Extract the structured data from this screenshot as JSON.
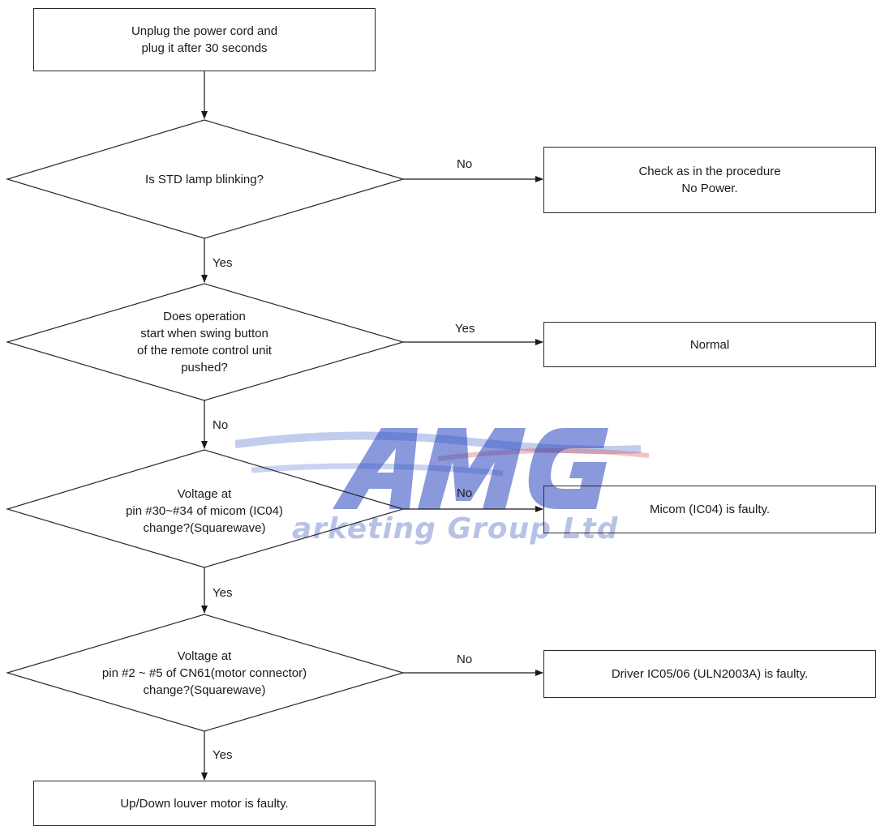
{
  "watermark": {
    "logo_text": "AMG",
    "tagline": "arketing Group Ltd"
  },
  "start": {
    "line1": "Unplug the power cord and",
    "line2": "plug it after 30 seconds"
  },
  "decision1": {
    "text": "Is STD lamp blinking?",
    "no_label": "No",
    "yes_label": "Yes",
    "no_result": {
      "line1": "Check as in the procedure",
      "line2": "No Power."
    }
  },
  "decision2": {
    "line1": "Does operation",
    "line2": "start when swing button",
    "line3": "of the remote control unit",
    "line4": "pushed?",
    "yes_label": "Yes",
    "no_label": "No",
    "yes_result": "Normal"
  },
  "decision3": {
    "line1": "Voltage at",
    "line2": "pin #30~#34 of micom (IC04)",
    "line3": "change?(Squarewave)",
    "no_label": "No",
    "yes_label": "Yes",
    "no_result": "Micom (IC04) is faulty."
  },
  "decision4": {
    "line1": "Voltage at",
    "line2": "pin #2 ~ #5 of CN61(motor connector)",
    "line3": "change?(Squarewave)",
    "no_label": "No",
    "yes_label": "Yes",
    "no_result": "Driver IC05/06 (ULN2003A) is faulty."
  },
  "end": {
    "text": "Up/Down louver motor is faulty."
  }
}
